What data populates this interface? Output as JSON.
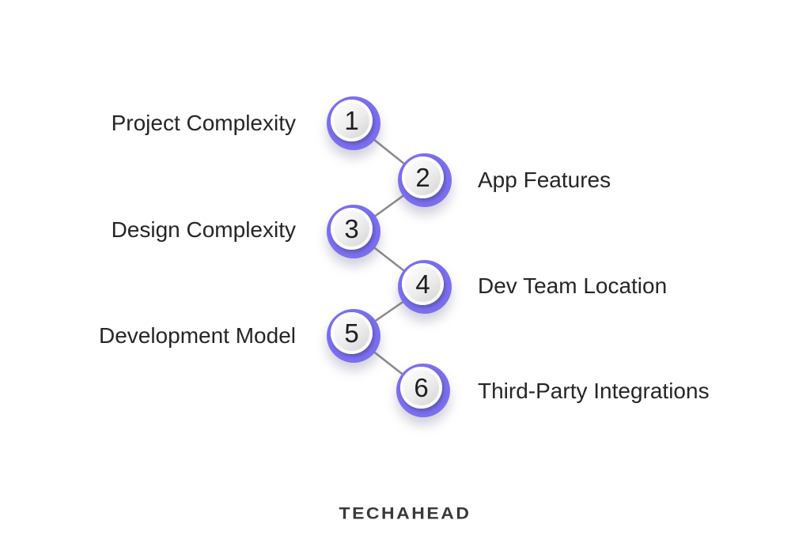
{
  "page": {
    "background_color": "#ffffff"
  },
  "diagram": {
    "type": "numbered-zigzag-steps",
    "items": [
      {
        "number": "1",
        "label": "Project Complexity",
        "side": "left"
      },
      {
        "number": "2",
        "label": "App Features",
        "side": "right"
      },
      {
        "number": "3",
        "label": "Design Complexity",
        "side": "left"
      },
      {
        "number": "4",
        "label": "Dev Team Location",
        "side": "right"
      },
      {
        "number": "5",
        "label": "Development Model",
        "side": "left"
      },
      {
        "number": "6",
        "label": "Third-Party Integrations",
        "side": "right"
      }
    ],
    "colors": {
      "ring": "#7b6ff0",
      "inner_disk_light": "#ffffff",
      "inner_disk_dark": "#cfcfcf",
      "connector": "#8a8a8a",
      "number_text": "#1e1e1e",
      "label_text": "#262626",
      "logo_text": "#39393d"
    }
  },
  "footer": {
    "logo_text": "TECHAHEAD"
  }
}
